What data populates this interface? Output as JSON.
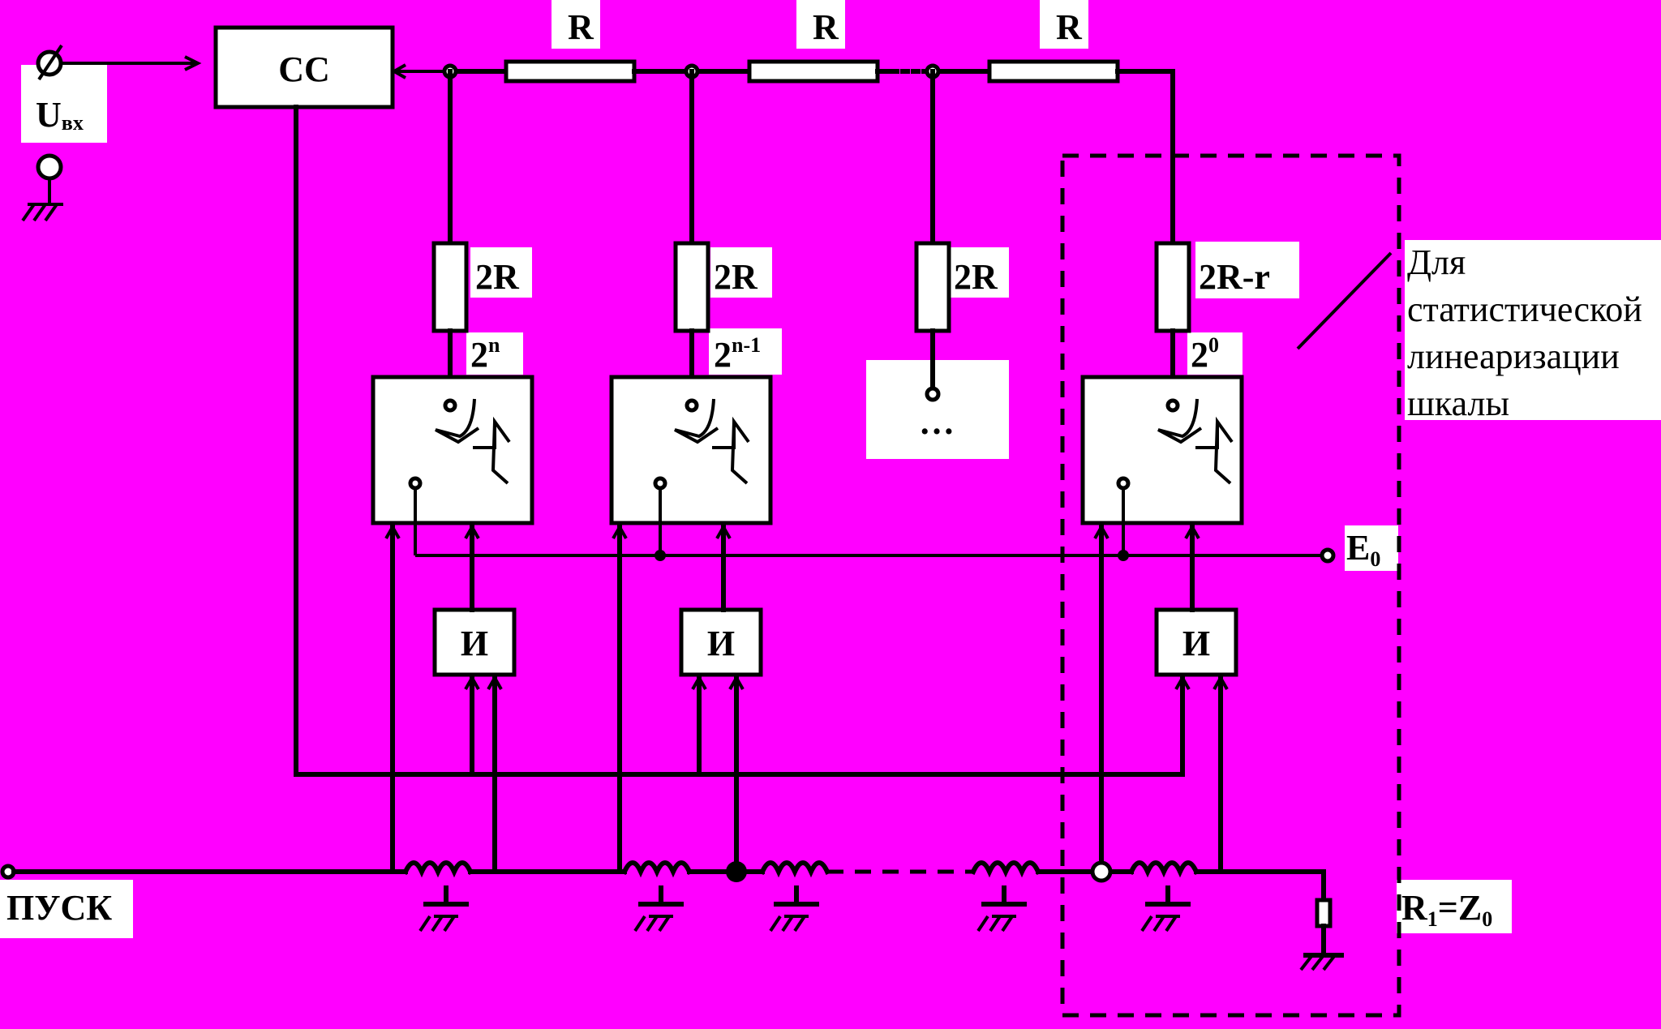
{
  "colors": {
    "background": "#ff00ff",
    "line": "#000000",
    "box": "#ffffff"
  },
  "labels": {
    "cc": "СС",
    "u_main": "U",
    "u_sub": "вх",
    "r": "R",
    "r2": "2R",
    "r2_last": "2R-r",
    "w_n_base": "2",
    "w_n_exp": "n",
    "w_n1_base": "2",
    "w_n1_exp": "n-1",
    "w_0_base": "2",
    "w_0_exp": "0",
    "dots": "…",
    "and_gate": "И",
    "e0_main": "E",
    "e0_sub": "0",
    "pusk": "ПУСК",
    "r1_main": "R",
    "r1_sub": "1",
    "r1_eq": "=Z",
    "r1_sub2": "0",
    "note": [
      "Для",
      "статистической",
      "линеаризации",
      "шкалы"
    ]
  },
  "icons": [
    "input-terminal-icon",
    "ground-icon",
    "resistor-icon",
    "switch-icon",
    "inductor-icon",
    "and-gate-icon"
  ]
}
